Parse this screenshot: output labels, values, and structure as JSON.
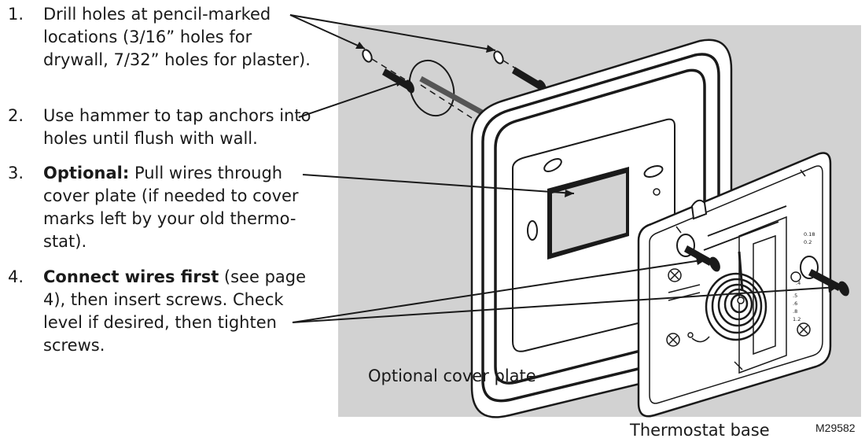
{
  "steps": [
    {
      "num": "1.",
      "bold": "",
      "text": "Drill holes at pencil-marked locations (3/16” holes for drywall, 7/32” holes for plaster)."
    },
    {
      "num": "2.",
      "bold": "",
      "text": "Use hammer to tap anchors into holes until flush with wall."
    },
    {
      "num": "3.",
      "bold": "Optional:",
      "text": " Pull wires through cover plate (if needed to cover marks left by your old thermo-stat)."
    },
    {
      "num": "4.",
      "bold": "Connect wires first",
      "text": " (see page 4), then insert screws. Check level if desired, then tighten screws."
    }
  ],
  "labels": {
    "cover_plate": "Optional cover plate",
    "thermostat_base": "Thermostat base",
    "figure_code": "M29582"
  },
  "scale_marks": [
    "0.18",
    "0.2",
    ".4",
    ".5",
    ".6",
    ".8",
    "1.2"
  ],
  "colors": {
    "wall": "#d2d2d2",
    "line": "#1a1a1a",
    "plate": "#ffffff"
  }
}
